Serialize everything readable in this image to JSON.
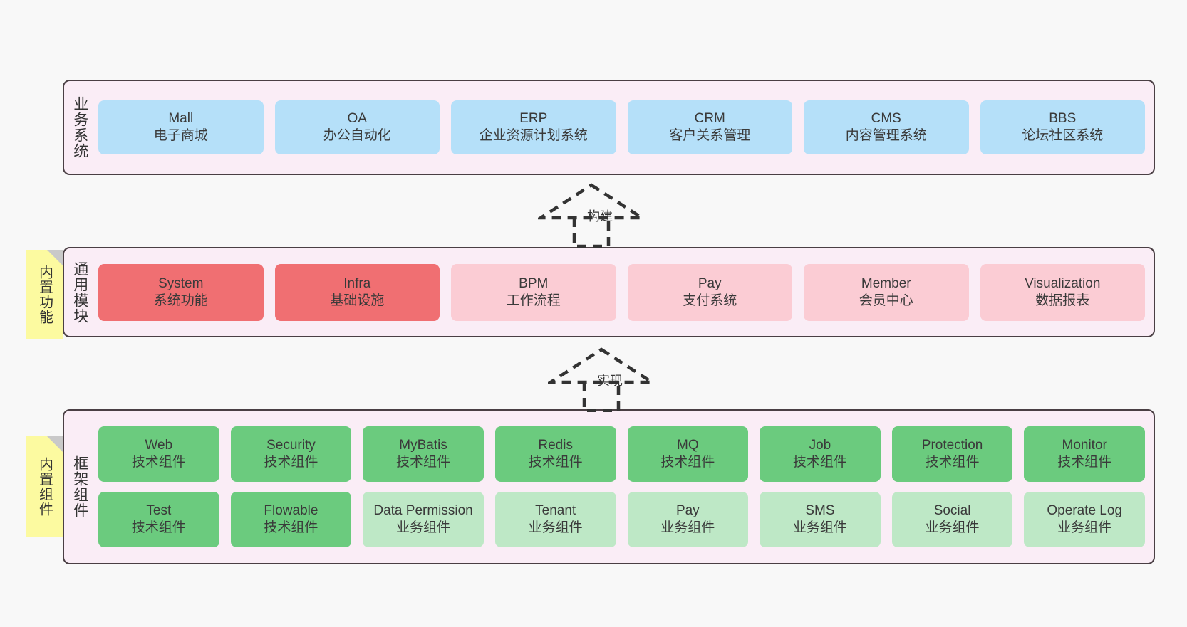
{
  "diagram": {
    "background_color": "#f8f8f8",
    "border_color": "#4a3f44",
    "section_fill": "#faedf6"
  },
  "sections": [
    {
      "key": "business",
      "label": "业务系统",
      "card_color": "#b5e0f9",
      "rows": [
        [
          {
            "en": "Mall",
            "cn": "电子商城"
          },
          {
            "en": "OA",
            "cn": "办公自动化"
          },
          {
            "en": "ERP",
            "cn": "企业资源计划系统"
          },
          {
            "en": "CRM",
            "cn": "客户关系管理"
          },
          {
            "en": "CMS",
            "cn": "内容管理系统"
          },
          {
            "en": "BBS",
            "cn": "论坛社区系统"
          }
        ]
      ]
    },
    {
      "key": "common",
      "label": "通用模块",
      "note": "内置功能",
      "note_color": "#fcfaa0",
      "rows": [
        [
          {
            "en": "System",
            "cn": "系统功能",
            "color": "#f06f72"
          },
          {
            "en": "Infra",
            "cn": "基础设施",
            "color": "#f06f72"
          },
          {
            "en": "BPM",
            "cn": "工作流程",
            "color": "#fbccd4"
          },
          {
            "en": "Pay",
            "cn": "支付系统",
            "color": "#fbccd4"
          },
          {
            "en": "Member",
            "cn": "会员中心",
            "color": "#fbccd4"
          },
          {
            "en": "Visualization",
            "cn": "数据报表",
            "color": "#fbccd4"
          }
        ]
      ]
    },
    {
      "key": "framework",
      "label": "框架组件",
      "note": "内置组件",
      "note_color": "#fcfaa0",
      "rows": [
        [
          {
            "en": "Web",
            "cn": "技术组件",
            "color": "#6bcb7e"
          },
          {
            "en": "Security",
            "cn": "技术组件",
            "color": "#6bcb7e"
          },
          {
            "en": "MyBatis",
            "cn": "技术组件",
            "color": "#6bcb7e"
          },
          {
            "en": "Redis",
            "cn": "技术组件",
            "color": "#6bcb7e"
          },
          {
            "en": "MQ",
            "cn": "技术组件",
            "color": "#6bcb7e"
          },
          {
            "en": "Job",
            "cn": "技术组件",
            "color": "#6bcb7e"
          },
          {
            "en": "Protection",
            "cn": "技术组件",
            "color": "#6bcb7e"
          },
          {
            "en": "Monitor",
            "cn": "技术组件",
            "color": "#6bcb7e"
          }
        ],
        [
          {
            "en": "Test",
            "cn": "技术组件",
            "color": "#6bcb7e"
          },
          {
            "en": "Flowable",
            "cn": "技术组件",
            "color": "#6bcb7e"
          },
          {
            "en": "Data Permission",
            "cn": "业务组件",
            "color": "#bee8c6",
            "wrap": true
          },
          {
            "en": "Tenant",
            "cn": "业务组件",
            "color": "#bee8c6"
          },
          {
            "en": "Pay",
            "cn": "业务组件",
            "color": "#bee8c6"
          },
          {
            "en": "SMS",
            "cn": "业务组件",
            "color": "#bee8c6"
          },
          {
            "en": "Social",
            "cn": "业务组件",
            "color": "#bee8c6"
          },
          {
            "en": "Operate Log",
            "cn": "业务组件",
            "color": "#bee8c6"
          }
        ]
      ]
    }
  ],
  "arrows": [
    {
      "key": "build",
      "label": "构建",
      "style": "dashed-generalization"
    },
    {
      "key": "implement",
      "label": "实现",
      "style": "dashed-generalization"
    }
  ]
}
